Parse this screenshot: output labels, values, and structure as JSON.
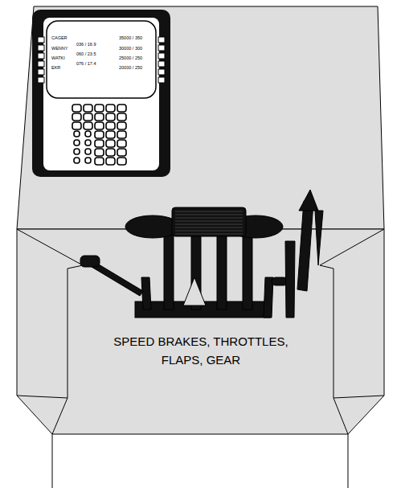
{
  "diagram": {
    "labels": [
      "CAGER",
      "WENNY",
      "WATKI",
      "EKR",
      "036 / 16.9",
      "060 / 23.5",
      "076 / 17.4",
      "35000 / 350",
      "30000 / 300",
      "25000 / 250",
      "20000 / 250",
      "SPEED BRAKES, THROTTLES, FLAPS, GEAR"
    ]
  }
}
